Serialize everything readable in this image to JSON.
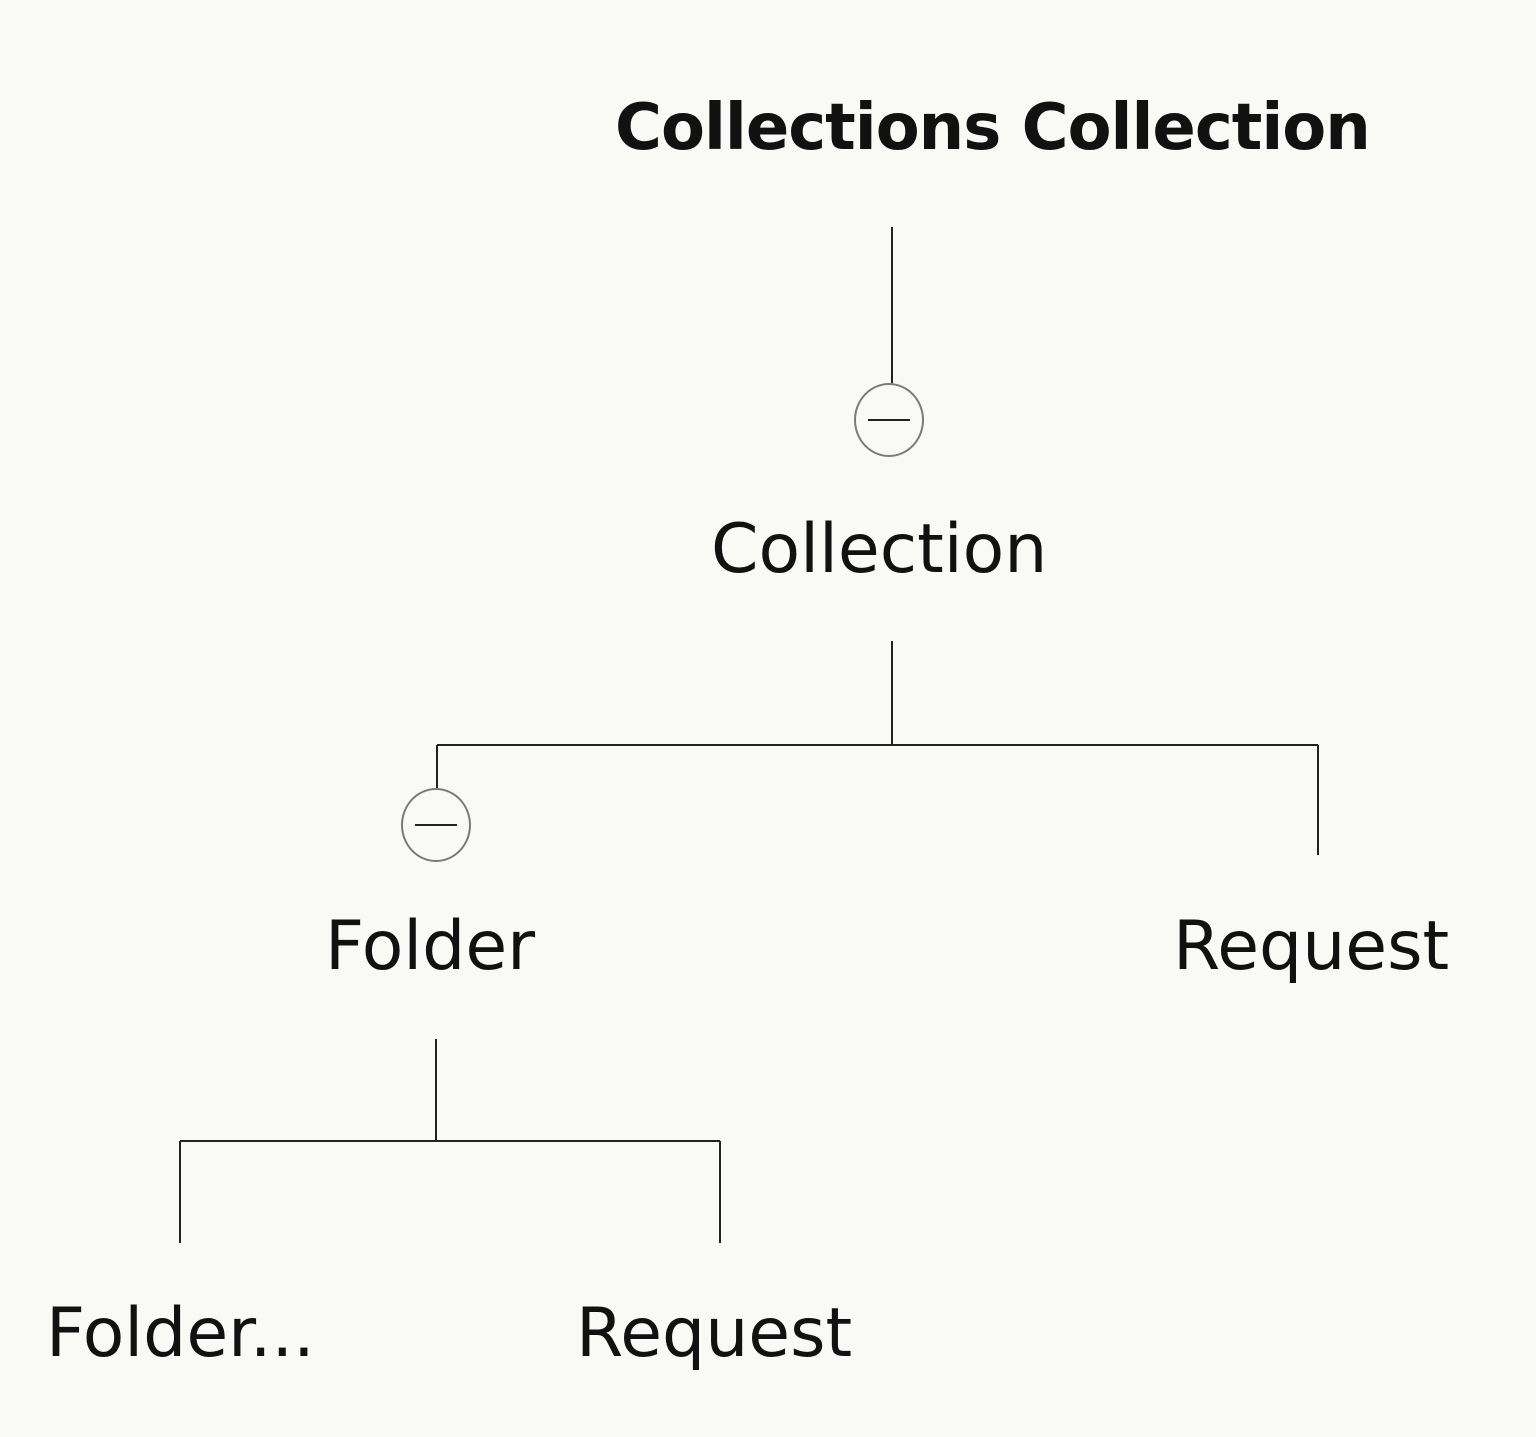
{
  "diagram": {
    "title": "Collections Collection",
    "nodes": {
      "collection": "Collection",
      "folder": "Folder",
      "request_right": "Request",
      "folder_sub": "Folder...",
      "request_bottom": "Request"
    },
    "toggles": {
      "collection": "collapse-minus-icon",
      "folder": "collapse-minus-icon"
    },
    "colors": {
      "background": "#f9f9f6",
      "line": "#222222",
      "text": "#111111",
      "toggle_border": "#7a7a7a"
    }
  }
}
